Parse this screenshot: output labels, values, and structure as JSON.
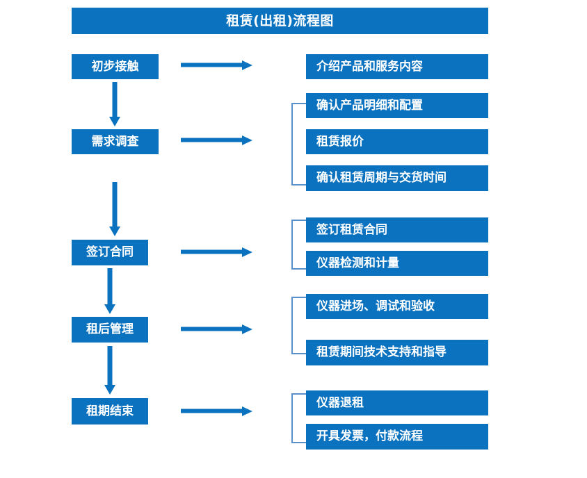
{
  "diagram": {
    "title": "租赁(出租)流程图",
    "colors": {
      "primary_blue": "#0b72bf",
      "bracket_blue": "#5b8fc9",
      "text_white": "#ffffff",
      "background": "#ffffff"
    },
    "stages": [
      {
        "label": "初步接触"
      },
      {
        "label": "需求调查"
      },
      {
        "label": "签订合同"
      },
      {
        "label": "租后管理"
      },
      {
        "label": "租期结束"
      }
    ],
    "details": [
      {
        "label": "介绍产品和服务内容"
      },
      {
        "label": "确认产品明细和配置"
      },
      {
        "label": "租赁报价"
      },
      {
        "label": "确认租赁周期与交货时间"
      },
      {
        "label": "签订租赁合同"
      },
      {
        "label": "仪器检测和计量"
      },
      {
        "label": "仪器进场、调试和验收"
      },
      {
        "label": "租赁期间技术支持和指导"
      },
      {
        "label": "仪器退租"
      },
      {
        "label": "开具发票，付款流程"
      }
    ],
    "flow": [
      {
        "stage": "初步接触",
        "outputs": [
          "介绍产品和服务内容"
        ]
      },
      {
        "stage": "需求调查",
        "outputs": [
          "确认产品明细和配置",
          "租赁报价",
          "确认租赁周期与交货时间"
        ]
      },
      {
        "stage": "签订合同",
        "outputs": [
          "签订租赁合同",
          "仪器检测和计量"
        ]
      },
      {
        "stage": "租后管理",
        "outputs": [
          "仪器进场、调试和验收",
          "租赁期间技术支持和指导"
        ]
      },
      {
        "stage": "租期结束",
        "outputs": [
          "仪器退租",
          "开具发票，付款流程"
        ]
      }
    ]
  }
}
